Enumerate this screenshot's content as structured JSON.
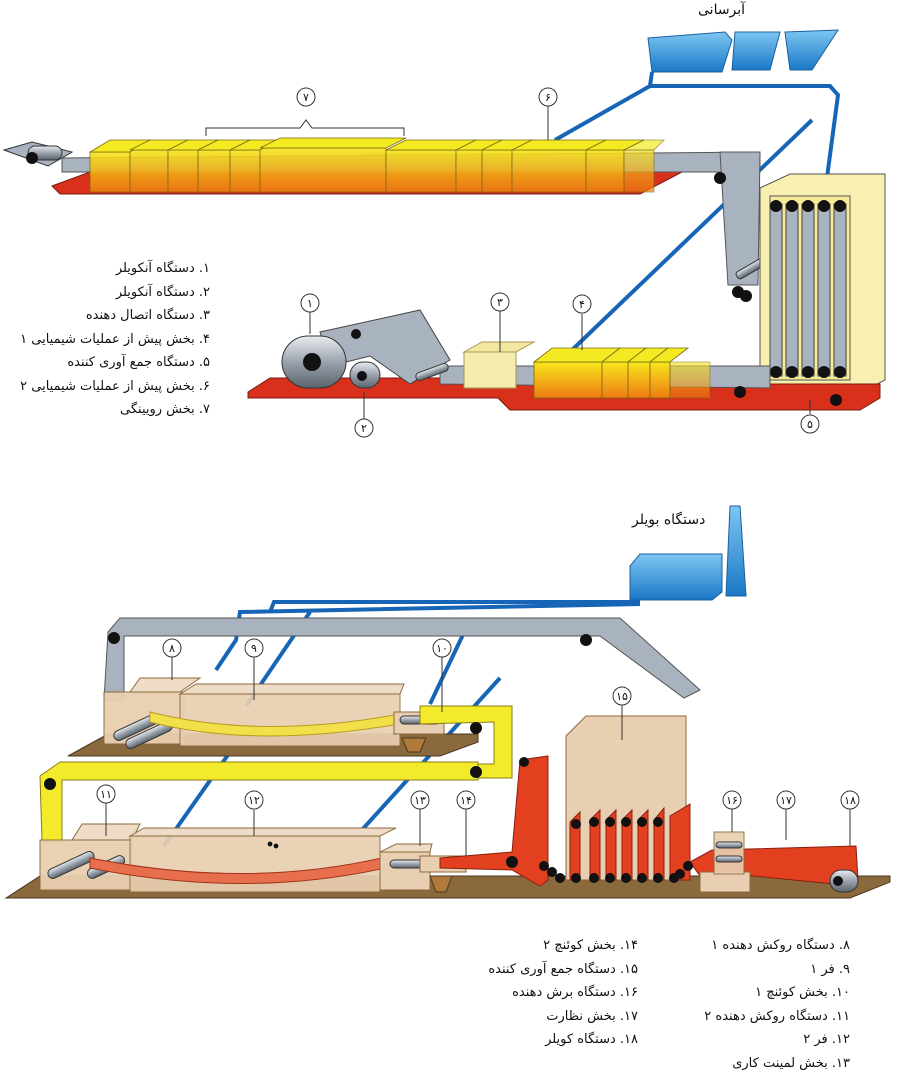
{
  "labels": {
    "water_unit": "آبرسانی",
    "boiler_unit": "دستگاه بویلر"
  },
  "callouts": [
    "۱",
    "۲",
    "۳",
    "۴",
    "۵",
    "۶",
    "۷",
    "۸",
    "۹",
    "۱۰",
    "۱۱",
    "۱۲",
    "۱۳",
    "۱۴",
    "۱۵",
    "۱۶",
    "۱۷",
    "۱۸"
  ],
  "legend_top": [
    "۱. دستگاه آنکویلر",
    "۲. دستگاه آنکویلر",
    "۳. دستگاه اتصال دهنده",
    "۴. بخش پیش از عملیات شیمیایی ۱",
    "۵. دستگاه جمع آوری کننده",
    "۶. بخش پیش از عملیات شیمیایی ۲",
    "۷. بخش رویینگی"
  ],
  "legend_bottom_right": [
    "۸. دستگاه روکش دهنده ۱",
    "۹. فر ۱",
    "۱۰. بخش کوئنچ ۱",
    "۱۱. دستگاه روکش دهنده ۲",
    "۱۲. فر ۲",
    "۱۳. بخش لمینت کاری"
  ],
  "legend_bottom_left": [
    "۱۴. بخش کوئنچ ۲",
    "۱۵. دستگاه جمع آوری کننده",
    "۱۶. دستگاه برش دهنده",
    "۱۷. بخش نظارت",
    "۱۸. دستگاه کویلر"
  ],
  "colors": {
    "strip": "#a9b3bf",
    "bath": "#f2ea2a",
    "base_red": "#d9301c",
    "pipe": "#1665b7",
    "tank": "#2f96d8",
    "wood": "#8a6a3c",
    "oven": "#e9cfb1",
    "paint": "#e2401f"
  }
}
